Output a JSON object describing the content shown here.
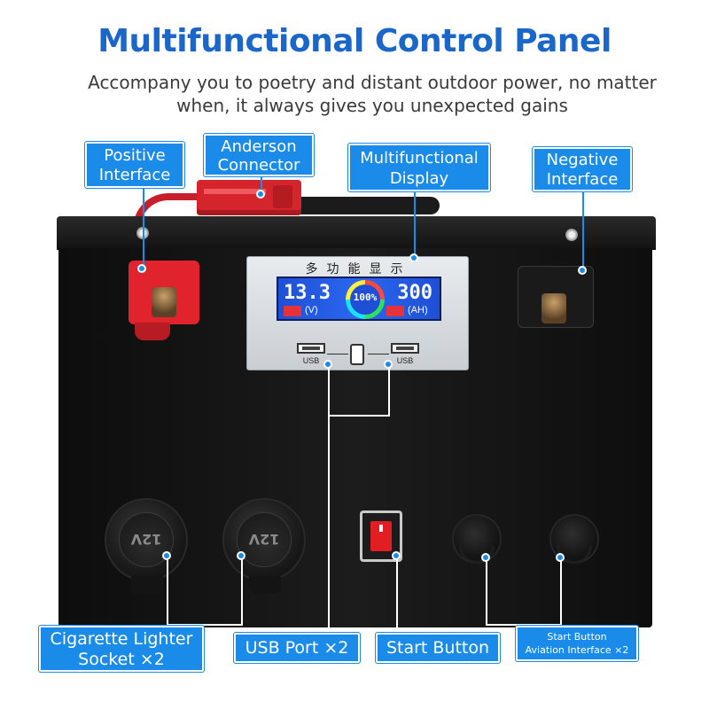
{
  "header": {
    "title": "Multifunctional Control Panel",
    "subtitle": "Accompany you to poetry and distant outdoor power, no matter when, it always gives you unexpected gains"
  },
  "callouts": {
    "positive": "Positive Interface",
    "anderson": "Anderson Connector",
    "display": "Multifunctional Display",
    "negative": "Negative Interface",
    "cigarette": "Cigarette Lighter Socket ×2",
    "usb": "USB Port ×2",
    "start": "Start Button",
    "aviation_line1": "Start Button",
    "aviation_line2": "Aviation Interface ×2"
  },
  "panel": {
    "label": "多功能显示",
    "voltage": "13.3",
    "voltage_unit": "(V)",
    "percent": "100%",
    "capacity": "300",
    "capacity_unit": "(AH)",
    "usb_left": "USB",
    "usb_right": "USB"
  },
  "sockets": {
    "left_label": "12V",
    "right_label": "12V"
  },
  "colors": {
    "accent": "#1a8be8",
    "title": "#1a66c9",
    "positive": "#e0232c",
    "lcd": "#2b67f0"
  },
  "icons": [
    "phone-icon",
    "usb-icon",
    "red-rocker-switch"
  ]
}
